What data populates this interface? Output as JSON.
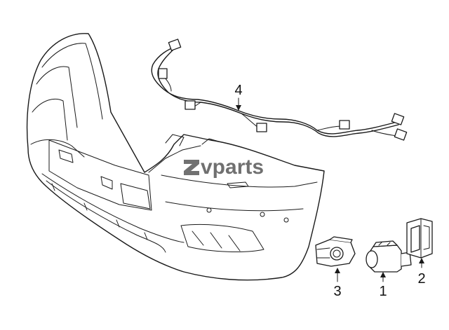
{
  "diagram": {
    "callouts": [
      {
        "id": "4",
        "label": "4"
      },
      {
        "id": "3",
        "label": "3"
      },
      {
        "id": "1",
        "label": "1"
      },
      {
        "id": "2",
        "label": "2"
      }
    ],
    "watermark": {
      "text": "vparts"
    },
    "colors": {
      "line": "#1a1a1a",
      "watermark": "#3a3a3a",
      "background": "#ffffff"
    }
  }
}
